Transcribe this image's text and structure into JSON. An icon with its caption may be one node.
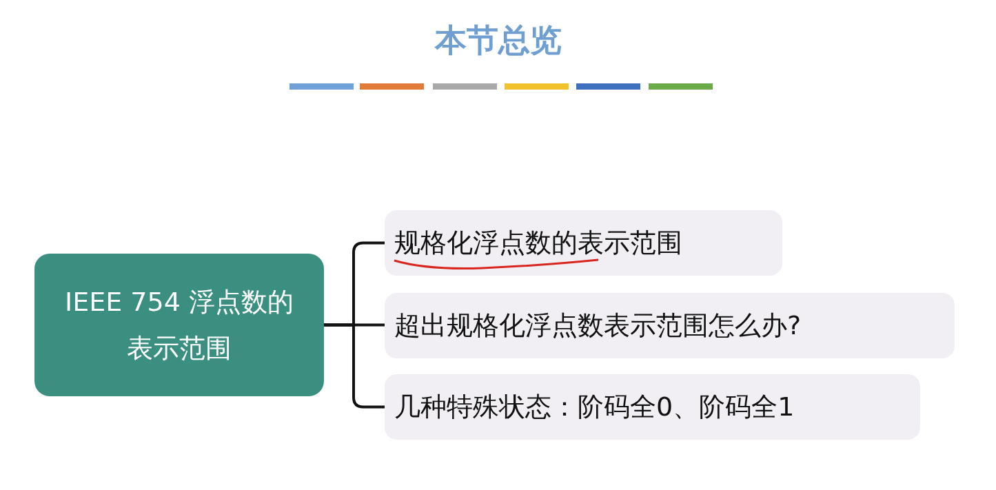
{
  "diagram": {
    "title": "本节总览",
    "nodes": [
      {
        "text": [
          "IEEE 754 浮点数的表示范围"
        ]
      },
      {
        "text": [
          "规格化浮点数的表示范围"
        ]
      },
      {
        "text": [
          "超出规格化浮点数表示范围怎么办?"
        ]
      },
      {
        "text": [
          "几种特殊状态：阶码全0、阶码全1"
        ]
      }
    ],
    "edges": [
      {
        "from": 0,
        "to": 1,
        "arrow": "none"
      },
      {
        "from": 0,
        "to": 2,
        "arrow": "none"
      },
      {
        "from": 0,
        "to": 3,
        "arrow": "none"
      }
    ]
  }
}
